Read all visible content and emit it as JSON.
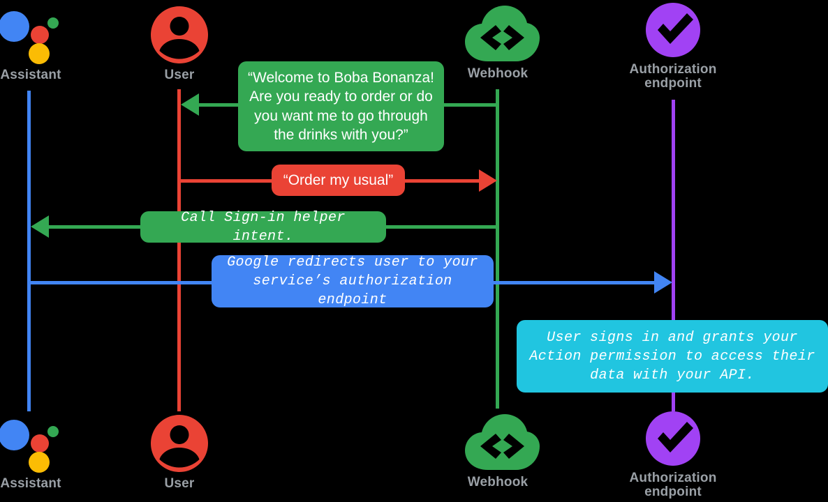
{
  "diagram": {
    "title": "Google Assistant account-linking sequence diagram",
    "background": "#000000"
  },
  "colors": {
    "assistant_blue": "#4285f4",
    "user_red": "#ea4335",
    "webhook_green": "#34a853",
    "auth_purple": "#a142f4",
    "info_cyan": "#21c5e0",
    "label_gray": "#9aa0a6",
    "google_green_dot": "#34a853",
    "google_yellow_dot": "#fbbc04",
    "message_text": "#ffffff"
  },
  "actors": [
    {
      "id": "assistant",
      "icon": "google-assistant-icon",
      "label": "Assistant",
      "lifeline_color": "#4285f4"
    },
    {
      "id": "user",
      "icon": "user-avatar-icon",
      "label": "User",
      "lifeline_color": "#ea4335"
    },
    {
      "id": "webhook",
      "icon": "cloud-code-icon",
      "label": "Webhook",
      "lifeline_color": "#34a853"
    },
    {
      "id": "authorization",
      "icon": "purple-check-circle-icon",
      "label_line1": "Authorization",
      "label_line2": "endpoint",
      "lifeline_color": "#a142f4"
    }
  ],
  "messages": [
    {
      "id": "welcome",
      "text": "“Welcome to Boba Bonanza! Are you ready to order or do you want me to go through the drinks with you?”",
      "style": "sans",
      "box_color": "#34a853",
      "from": "webhook",
      "to": "user",
      "direction": "left"
    },
    {
      "id": "order-my-usual",
      "text": "“Order my usual”",
      "style": "sans",
      "box_color": "#ea4335",
      "from": "user",
      "to": "webhook",
      "direction": "right"
    },
    {
      "id": "sign-in-helper",
      "text": "Call Sign-in helper intent.",
      "style": "mono",
      "box_color": "#34a853",
      "from": "webhook",
      "to": "assistant",
      "direction": "left"
    },
    {
      "id": "google-redirect",
      "text": "Google redirects user to your service’s authorization endpoint",
      "style": "mono",
      "box_color": "#4285f4",
      "from": "assistant",
      "to": "authorization",
      "direction": "right"
    },
    {
      "id": "user-grants-permission",
      "text": "User signs in and grants your Action permission to access their data with your API.",
      "style": "mono",
      "box_color": "#21c5e0",
      "from": "authorization",
      "to": "authorization",
      "direction": "note"
    }
  ]
}
